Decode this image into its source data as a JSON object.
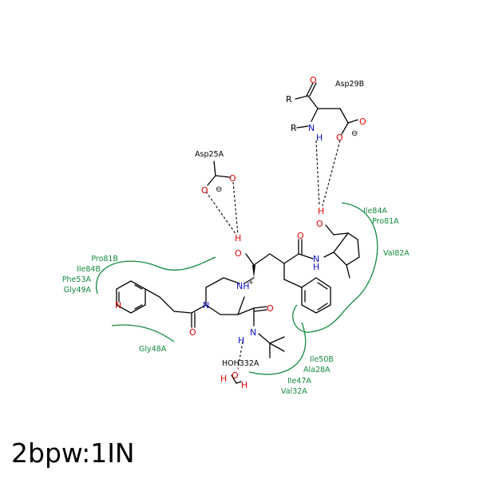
{
  "title": "2bpw:1IN",
  "atoms": {
    "O": "O",
    "N": "N",
    "H": "H",
    "R": "R",
    "NH_plus": "NH",
    "plus": "+",
    "minus": "⊖"
  },
  "labels": {
    "asp29b": "Asp29B",
    "asp25a": "Asp25A",
    "water": "HOH332A"
  },
  "residues": {
    "top_left": [
      "Pro81B",
      "Ile84B",
      "Phe53A",
      "Gly49A"
    ],
    "bottom_left": [
      "Gly48A"
    ],
    "top_right": [
      "Ile84A",
      "Pro81A"
    ],
    "right": [
      "Val82A"
    ],
    "bottom_right": [
      "Ile50B",
      "Ala28A",
      "Ile47A",
      "Val32A"
    ]
  }
}
